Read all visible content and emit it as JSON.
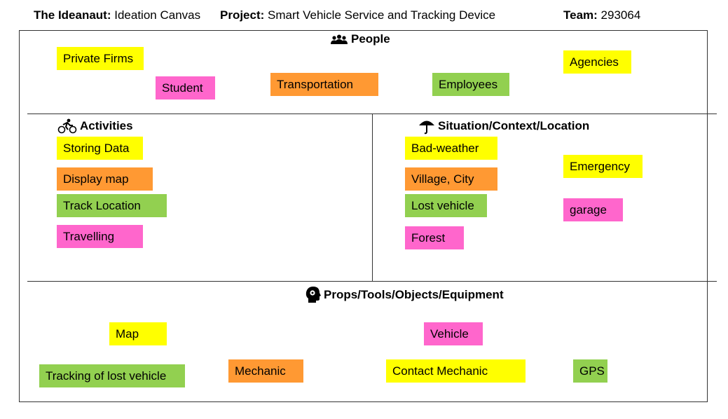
{
  "header": {
    "org_label": "The Ideanaut:",
    "org_value": "Ideation Canvas",
    "project_label": "Project:",
    "project_value": "Smart Vehicle Service and Tracking Device",
    "team_label": "Team:",
    "team_value": "293064"
  },
  "sections": {
    "people": {
      "title": "People",
      "icon": "people-icon"
    },
    "activities": {
      "title": "Activities",
      "icon": "cyclist-icon"
    },
    "situation": {
      "title": "Situation/Context/Location",
      "icon": "umbrella-icon"
    },
    "props": {
      "title": "Props/Tools/Objects/Equipment",
      "icon": "head-gear-icon"
    }
  },
  "colors": {
    "yellow": "#ffff00",
    "pink": "#ff66cc",
    "orange": "#ff9933",
    "green": "#92d050"
  },
  "notes": {
    "people": [
      {
        "text": "Private Firms",
        "color": "yellow"
      },
      {
        "text": "Student",
        "color": "pink"
      },
      {
        "text": "Transportation",
        "color": "orange"
      },
      {
        "text": "Employees",
        "color": "green"
      },
      {
        "text": "Agencies",
        "color": "yellow"
      }
    ],
    "activities": [
      {
        "text": "Storing Data",
        "color": "yellow"
      },
      {
        "text": "Display map",
        "color": "orange"
      },
      {
        "text": "Track Location",
        "color": "green"
      },
      {
        "text": "Travelling",
        "color": "pink"
      }
    ],
    "situation": [
      {
        "text": "Bad-weather",
        "color": "yellow"
      },
      {
        "text": "Village, City",
        "color": "orange"
      },
      {
        "text": "Lost vehicle",
        "color": "green"
      },
      {
        "text": "Forest",
        "color": "pink"
      },
      {
        "text": "Emergency",
        "color": "yellow"
      },
      {
        "text": "garage",
        "color": "pink"
      }
    ],
    "props": [
      {
        "text": "Map",
        "color": "yellow"
      },
      {
        "text": "Vehicle",
        "color": "pink"
      },
      {
        "text": "Tracking of lost vehicle",
        "color": "green"
      },
      {
        "text": "Mechanic",
        "color": "orange"
      },
      {
        "text": "Contact Mechanic",
        "color": "yellow"
      },
      {
        "text": "GPS",
        "color": "green"
      }
    ]
  }
}
